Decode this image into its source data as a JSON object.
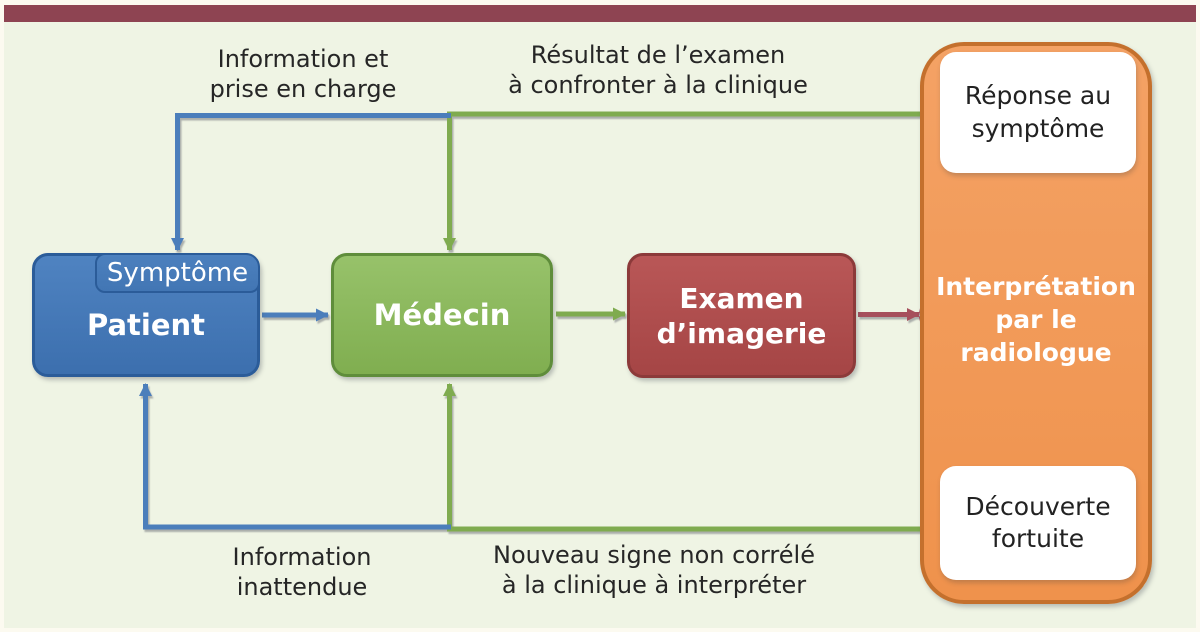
{
  "figure": {
    "description": "Flowchart of imaging exam workflow (French medical diagram)"
  },
  "nodes": {
    "patient": {
      "label": "Patient"
    },
    "symptome": {
      "label": "Symptôme"
    },
    "medecin": {
      "label": "Médecin"
    },
    "examen": {
      "label": "Examen\nd’imagerie"
    },
    "interpretation": {
      "label": "Interprétation\npar le\nradiologue"
    },
    "reponse": {
      "label": "Réponse au\nsymptôme"
    },
    "decouverte": {
      "label": "Découverte\nfortuite"
    }
  },
  "edge_labels": {
    "info_top": "Information et\nprise en charge",
    "resultat": "Résultat de l’examen\nà confronter à la clinique",
    "info_bottom": "Information\ninattendue",
    "nouveau": "Nouveau signe non corrélé\nà la clinique à interpréter"
  },
  "colors": {
    "top_bar": "#8E4452",
    "canvas_bg": "#EFF4E4",
    "node_blue": "#4277B4",
    "node_blue_border": "#2B5C99",
    "node_green": "#8CBA5E",
    "node_green_border": "#5F8D3B",
    "node_red": "#AF4C4C",
    "node_red_border": "#8C3A3A",
    "node_orange": "#F1995B",
    "node_orange_border": "#C4702D",
    "arrow_blue": "#4B7EBB",
    "arrow_green": "#7FAB50",
    "arrow_red": "#A6505B",
    "label_text": "#262626"
  }
}
